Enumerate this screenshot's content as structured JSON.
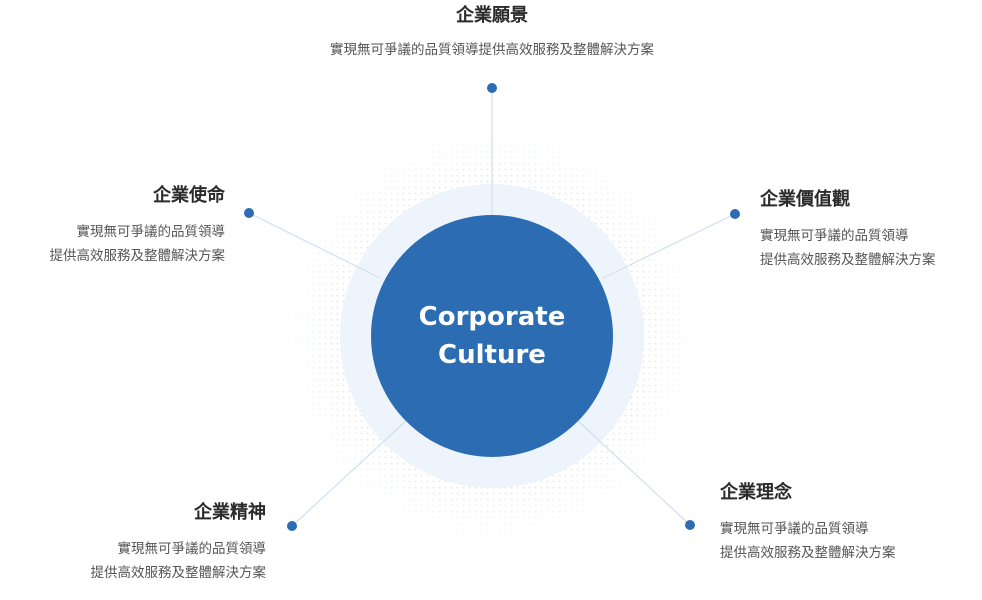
{
  "colors": {
    "primary": "#2b6cb3",
    "line": "#cfe0ef",
    "halo": "#eef4fb",
    "dots": "#d7e3ef",
    "title_text": "#2b2b2b",
    "desc_text": "#555555"
  },
  "center": {
    "line1": "Corporate",
    "line2": "Culture"
  },
  "nodes": {
    "vision": {
      "title": "企業願景",
      "desc": "實現無可爭議的品質領導提供高效服務及整體解決方案"
    },
    "mission": {
      "title": "企業使命",
      "desc1": "實現無可爭議的品質領導",
      "desc2": "提供高效服務及整體解決方案"
    },
    "values": {
      "title": "企業價值觀",
      "desc1": "實現無可爭議的品質領導",
      "desc2": "提供高效服務及整體解決方案"
    },
    "spirit": {
      "title": "企業精神",
      "desc1": "實現無可爭議的品質領導",
      "desc2": "提供高效服務及整體解決方案"
    },
    "philosophy": {
      "title": "企業理念",
      "desc1": "實現無可爭議的品質領導",
      "desc2": "提供高效服務及整體解決方案"
    }
  }
}
